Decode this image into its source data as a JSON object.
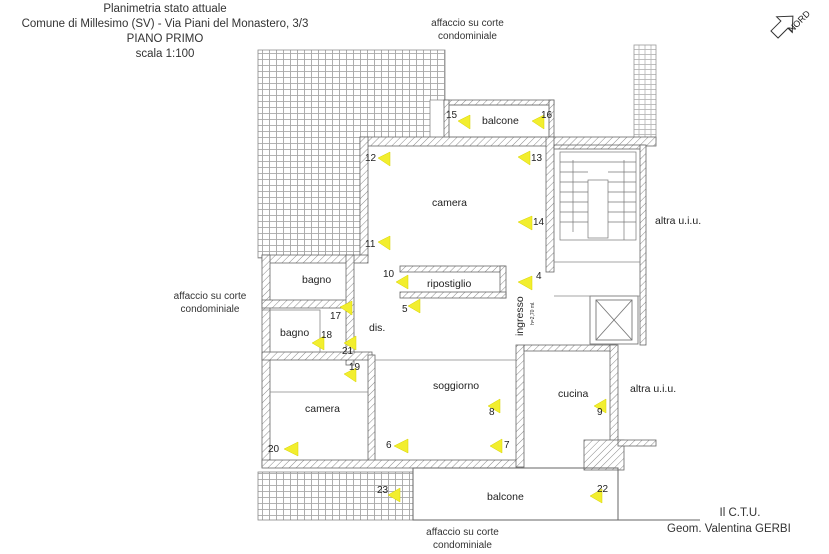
{
  "header": {
    "line1": "Planimetria stato attuale",
    "line2": "Comune di Millesimo (SV) - Via Piani del Monastero, 3/3",
    "line3": "PIANO PRIMO",
    "line4": "scala 1:100"
  },
  "north": {
    "label": "NORD",
    "icon": "north-arrow-icon"
  },
  "courtyard_labels": {
    "top_line1": "affaccio su corte",
    "top_line2": "condominiale",
    "left_line1": "affaccio su corte",
    "left_line2": "condominiale",
    "bottom_line1": "affaccio su corte",
    "bottom_line2": "condominiale"
  },
  "rooms": {
    "balcone_top": "balcone",
    "camera_top": "camera",
    "ripostiglio": "ripostiglio",
    "ingresso": "ingresso",
    "ingresso_note": "h=2,70 ml.",
    "bagno_1": "bagno",
    "bagno_2": "bagno",
    "dis": "dis.",
    "soggiorno": "soggiorno",
    "cucina": "cucina",
    "camera_bottom": "camera",
    "balcone_bottom": "balcone",
    "altra_1": "altra u.i.u.",
    "altra_2": "altra u.i.u."
  },
  "viewpoints": [
    "4",
    "5",
    "6",
    "7",
    "8",
    "9",
    "10",
    "11",
    "12",
    "13",
    "14",
    "15",
    "16",
    "17",
    "18",
    "19",
    "20",
    "21",
    "22",
    "23"
  ],
  "signature": {
    "role": "Il C.T.U.",
    "name": "Geom. Valentina GERBI"
  },
  "colors": {
    "marker": "#f2ee2e",
    "wall": "#777777",
    "roof": "#999999"
  }
}
